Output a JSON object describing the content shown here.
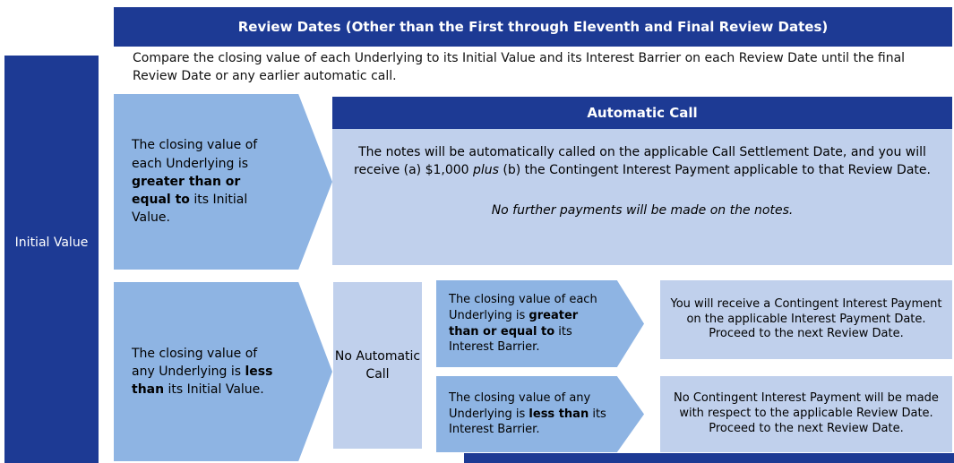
{
  "colors": {
    "dark_blue": "#1D3A94",
    "arrow_blue": "#8EB4E3",
    "panel_blue": "#C0D0EC"
  },
  "header": {
    "title": "Review Dates (Other than the First through Eleventh and Final Review Dates)"
  },
  "intro": "Compare the closing value of each Underlying to its Initial Value and its Interest Barrier on each Review Date until the final Review Date or any earlier automatic call.",
  "left_bar": {
    "label": "Initial Value"
  },
  "automatic_call": {
    "condition": {
      "pre": "The closing value of each Underlying is ",
      "bold": "greater than or equal to",
      "post": " its Initial Value."
    },
    "title": "Automatic Call",
    "body_pre": "The notes will be automatically called on the applicable Call Settlement Date, and you will receive (a) $1,000 ",
    "body_italic": "plus",
    "body_post": " (b) the Contingent Interest Payment applicable to that Review Date.",
    "body_note": "No further payments will be made on the notes."
  },
  "no_automatic_call": {
    "condition": {
      "pre": "The closing value of any Underlying is ",
      "bold": "less than",
      "post": " its Initial Value."
    },
    "label": "No Automatic Call",
    "branches": [
      {
        "condition": {
          "pre": "The closing value of each Underlying is ",
          "bold": "greater than or equal to",
          "post": " its Interest Barrier."
        },
        "outcome_line1": "You will receive a Contingent Interest Payment on the applicable Interest Payment Date.",
        "outcome_line2": "Proceed to the next Review Date."
      },
      {
        "condition": {
          "pre": "The closing value of any Underlying is ",
          "bold": "less than",
          "post": " its Interest Barrier."
        },
        "outcome_line1": "No Contingent Interest Payment will be made with respect to the applicable Review Date.",
        "outcome_line2": "Proceed to the next Review Date."
      }
    ]
  }
}
